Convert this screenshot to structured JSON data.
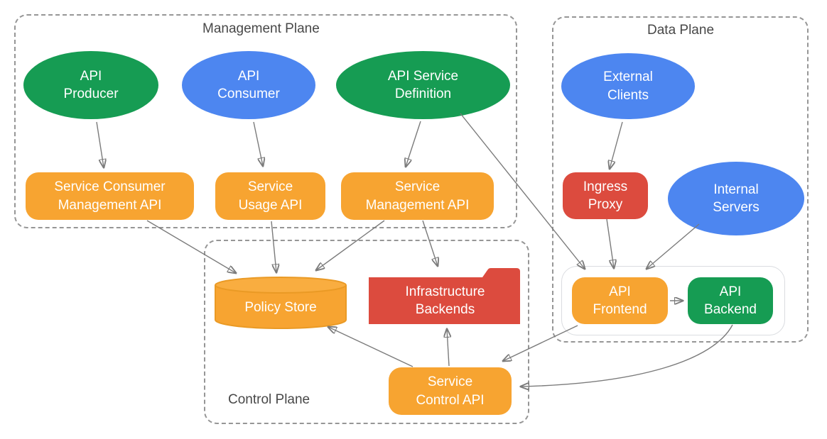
{
  "palette": {
    "green": "#169C53",
    "blue": "#4D86F0",
    "orange": "#F7A431",
    "red": "#DC4B3E",
    "arrow_gray": "#7b7b7b",
    "dashed_border_gray": "#969696",
    "group_border_gray": "#DADCE0",
    "title_text_gray": "#484848"
  },
  "planes": {
    "management": {
      "title": "Management Plane"
    },
    "data": {
      "title": "Data Plane"
    },
    "control": {
      "title": "Control Plane"
    }
  },
  "nodes": {
    "api_producer": {
      "label": "API\nProducer",
      "shape": "ellipse",
      "color": "green"
    },
    "api_consumer": {
      "label": "API\nConsumer",
      "shape": "ellipse",
      "color": "blue"
    },
    "api_service_definition": {
      "label": "API Service\nDefinition",
      "shape": "ellipse",
      "color": "green"
    },
    "service_consumer_management_api": {
      "label": "Service Consumer\nManagement API",
      "shape": "rounded-rect",
      "color": "orange"
    },
    "service_usage_api": {
      "label": "Service\nUsage API",
      "shape": "rounded-rect",
      "color": "orange"
    },
    "service_management_api": {
      "label": "Service\nManagement API",
      "shape": "rounded-rect",
      "color": "orange"
    },
    "external_clients": {
      "label": "External\nClients",
      "shape": "ellipse",
      "color": "blue"
    },
    "ingress_proxy": {
      "label": "Ingress\nProxy",
      "shape": "rounded-rect",
      "color": "red"
    },
    "internal_servers": {
      "label": "Internal\nServers",
      "shape": "ellipse",
      "color": "blue"
    },
    "api_frontend": {
      "label": "API\nFrontend",
      "shape": "rounded-rect",
      "color": "orange"
    },
    "api_backend": {
      "label": "API\nBackend",
      "shape": "rounded-rect",
      "color": "green"
    },
    "policy_store": {
      "label": "Policy Store",
      "shape": "cylinder",
      "color": "orange"
    },
    "infrastructure_backends": {
      "label": "Infrastructure\nBackends",
      "shape": "folder",
      "color": "red"
    },
    "service_control_api": {
      "label": "Service\nControl API",
      "shape": "rounded-rect",
      "color": "orange"
    }
  },
  "edges": [
    {
      "from": "api_producer",
      "to": "service_consumer_management_api"
    },
    {
      "from": "api_consumer",
      "to": "service_usage_api"
    },
    {
      "from": "api_service_definition",
      "to": "service_management_api"
    },
    {
      "from": "api_service_definition",
      "to": "api_frontend"
    },
    {
      "from": "service_consumer_management_api",
      "to": "policy_store"
    },
    {
      "from": "service_usage_api",
      "to": "policy_store"
    },
    {
      "from": "service_management_api",
      "to": "policy_store"
    },
    {
      "from": "service_management_api",
      "to": "infrastructure_backends"
    },
    {
      "from": "external_clients",
      "to": "ingress_proxy"
    },
    {
      "from": "ingress_proxy",
      "to": "api_frontend"
    },
    {
      "from": "internal_servers",
      "to": "api_frontend"
    },
    {
      "from": "api_frontend",
      "to": "api_backend"
    },
    {
      "from": "api_frontend",
      "to": "service_control_api"
    },
    {
      "from": "api_backend",
      "to": "service_control_api"
    },
    {
      "from": "service_control_api",
      "to": "policy_store"
    },
    {
      "from": "service_control_api",
      "to": "infrastructure_backends"
    }
  ]
}
